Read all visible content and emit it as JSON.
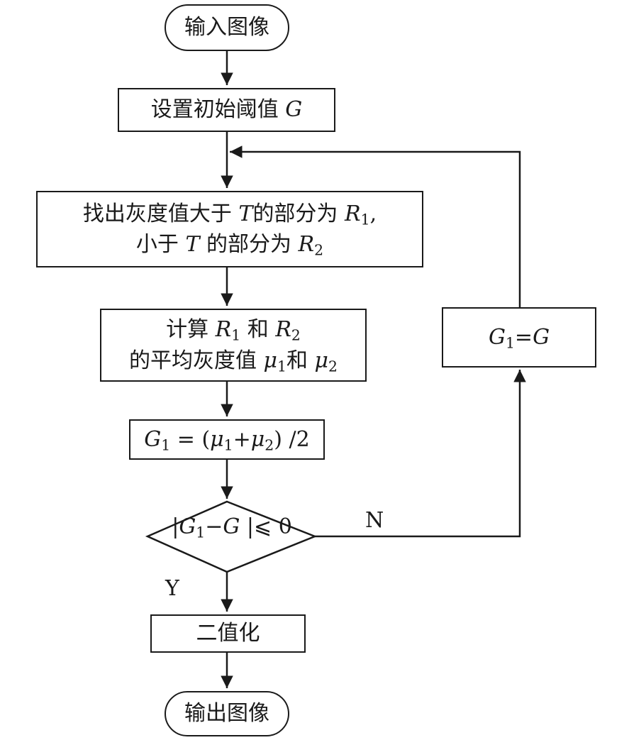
{
  "start": "输入图像",
  "init": {
    "text": "设置初始阈值 ",
    "var": "G"
  },
  "split": {
    "l1_pre": "找出灰度值大于 ",
    "l1_var": "T",
    "l1_mid": "的部分为 ",
    "l1_r": "R",
    "l1_sub": "1",
    "l1_end": ",",
    "l2_pre": "小于 ",
    "l2_var": "T",
    "l2_mid": " 的部分为 ",
    "l2_r": "R",
    "l2_sub": "2"
  },
  "mean": {
    "l1_pre": "计算 ",
    "r": "R",
    "r1": "1",
    "and": " 和 ",
    "r2": "2",
    "l2_pre": "的平均灰度值 ",
    "mu": "μ",
    "mu1": "1",
    "and2": "和 ",
    "mu2": "2"
  },
  "update": {
    "g": "G",
    "g1": "1",
    "eq": " = (",
    "mu": "μ",
    "mu1": "1",
    "plus": "+",
    "mu2": "2",
    "end": ") /2"
  },
  "decision": {
    "bar_open": "|",
    "g": "G",
    "g1": "1",
    "minus": "−",
    "g2": "G",
    "rest": " |⩽ 0"
  },
  "assign": {
    "g": "G",
    "g1": "1",
    "eq": "=",
    "g2": "G"
  },
  "binarize": "二值化",
  "end": "输出图像",
  "labels": {
    "yes": "Y",
    "no": "N"
  }
}
